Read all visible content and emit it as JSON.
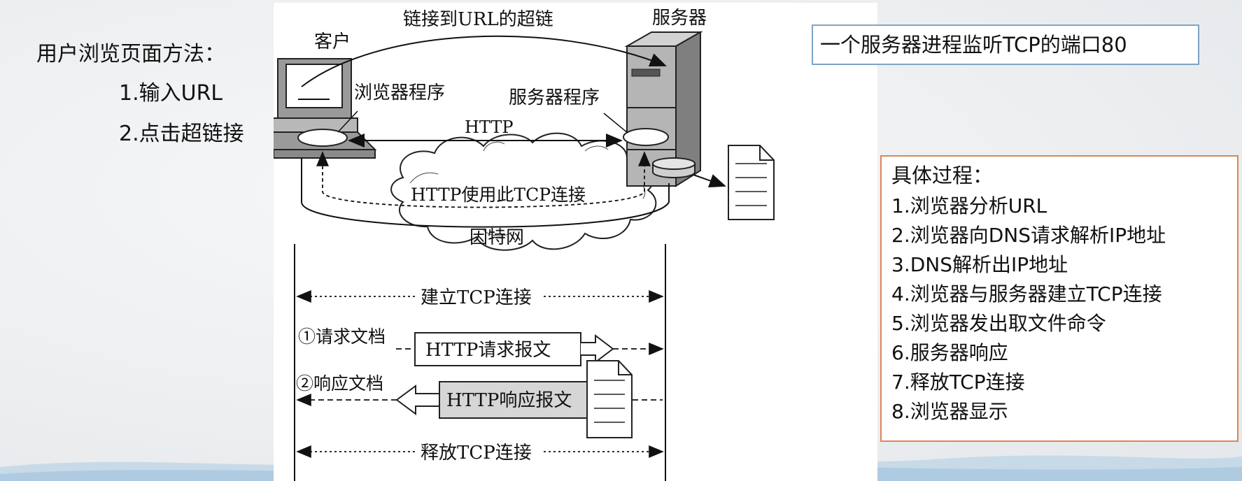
{
  "left_panel": {
    "title": "用户浏览页面方法：",
    "methods": [
      "1.输入URL",
      "2.点击超链接"
    ]
  },
  "diagram": {
    "client_label": "客户",
    "server_label": "服务器",
    "hyperlink_caption": "链接到URL的超链",
    "browser_program": "浏览器程序",
    "server_program": "服务器程序",
    "http_label": "HTTP",
    "cloud_connection": "HTTP使用此TCP连接",
    "cloud_internet": "因特网",
    "establish_tcp": "建立TCP连接",
    "request_doc": "①请求文档",
    "request_msg": "HTTP请求报文",
    "response_doc": "②响应文档",
    "response_msg": "HTTP响应报文",
    "release_tcp": "释放TCP连接"
  },
  "server_note": "一个服务器进程监听TCP的端口80",
  "process": {
    "title": "具体过程：",
    "steps": [
      "1.浏览器分析URL",
      "2.浏览器向DNS请求解析IP地址",
      "3.DNS解析出IP地址",
      "4.浏览器与服务器建立TCP连接",
      "5.浏览器发出取文件命令",
      "6.服务器响应",
      "7.释放TCP连接",
      "8.浏览器显示"
    ]
  },
  "colors": {
    "note_border": "#7ea4c8",
    "steps_border": "#d9865a",
    "response_box_fill": "#d6d6d6",
    "server_body": "#bdbdbd"
  }
}
